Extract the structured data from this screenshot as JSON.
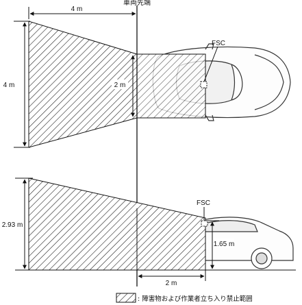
{
  "header": {
    "vehicle_front_label": "車両先端"
  },
  "top_view": {
    "width_dim": "4 m",
    "height_dim": "4 m",
    "inner_dim": "2 m",
    "sensor_label": "FSC"
  },
  "side_view": {
    "height_dim": "2.93 m",
    "sensor_height_dim": "1.65 m",
    "length_dim": "2 m",
    "sensor_label": "FSC"
  },
  "legend": {
    "text": "障害物および作業者立ち入り禁止範囲"
  },
  "colors": {
    "line": "#111111",
    "hatch": "#222222",
    "car_outline": "#333333"
  }
}
